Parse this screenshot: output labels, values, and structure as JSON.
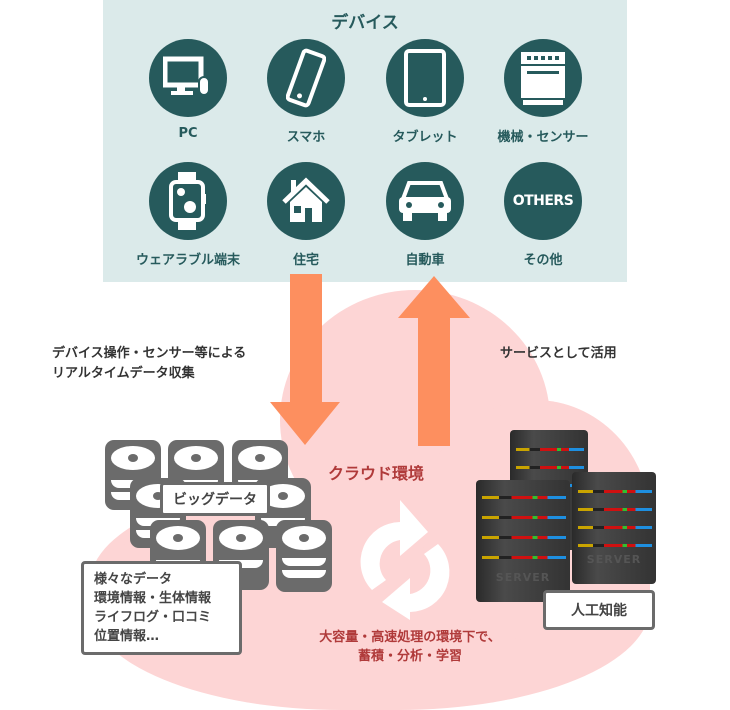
{
  "devices": {
    "title": "デバイス",
    "items": [
      {
        "label": "PC",
        "icon": "pc-icon"
      },
      {
        "label": "スマホ",
        "icon": "smartphone-icon"
      },
      {
        "label": "タブレット",
        "icon": "tablet-icon"
      },
      {
        "label": "機械・センサー",
        "icon": "machine-icon"
      },
      {
        "label": "ウェアラブル端末",
        "icon": "smartwatch-icon"
      },
      {
        "label": "住宅",
        "icon": "house-icon"
      },
      {
        "label": "自動車",
        "icon": "car-icon"
      },
      {
        "label": "その他",
        "icon": "others-icon",
        "icon_text": "OTHERS"
      }
    ]
  },
  "left_note": {
    "line1": "デバイス操作・センサー等による",
    "line2": "リアルタイムデータ収集"
  },
  "right_note": "サービスとして活用",
  "cloud": {
    "title": "クラウド環境",
    "caption1": "大容量・高速処理の環境下で、",
    "caption2": "蓄積・分析・学習"
  },
  "bigdata": {
    "label": "ビッグデータ",
    "details": [
      "様々なデータ",
      "環境情報・生体情報",
      "ライフログ・口コミ",
      "位置情報…"
    ]
  },
  "ai": {
    "label": "人工知能",
    "server_text": "SERVER"
  },
  "colors": {
    "panel": "#dbeaea",
    "icon_bg": "#265a5c",
    "arrow": "#fd8f5f",
    "cloud": "#fdd5d5",
    "accent_text": "#b03a3a"
  }
}
